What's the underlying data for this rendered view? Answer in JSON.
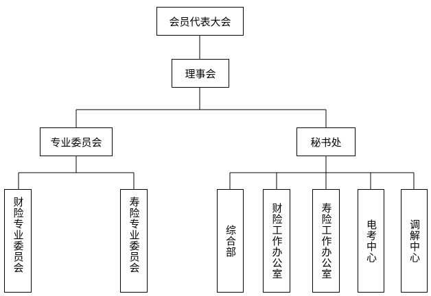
{
  "org": {
    "assembly": "会员代表大会",
    "council": "理事会",
    "committees": "专业委员会",
    "secretariat": "秘书处",
    "prop_committee": "财险专业委员会",
    "life_committee": "寿险专业委员会",
    "general_dept": "综合部",
    "prop_office": "财险工作办公室",
    "life_office": "寿险工作办公室",
    "exam_center": "电考中心",
    "mediation_center": "调解中心"
  }
}
